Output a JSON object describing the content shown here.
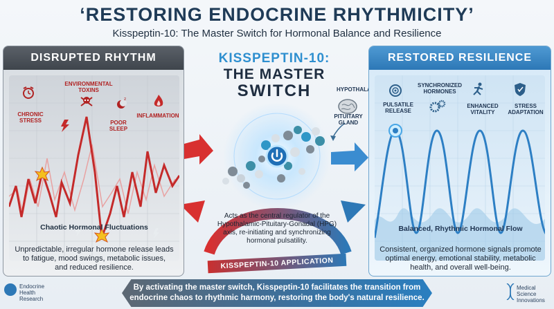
{
  "header": {
    "title": "‘RESTORING ENDOCRINE RHYTHMICITY’",
    "subtitle": "Kisspeptin-10: The Master Switch for Hormonal Balance and Resilience"
  },
  "left_panel": {
    "title": "DISRUPTED RHYTHM",
    "labels": {
      "stress": [
        "CHRONIC",
        "STRESS"
      ],
      "toxins": [
        "ENVIRONMENTAL",
        "TOXINS"
      ],
      "sleep": [
        "POOR",
        "SLEEP"
      ],
      "inflammation": "INFLAMMATION"
    },
    "caption": "Chaotic Hormonal Fluctuations",
    "description": [
      "Unpredictable, irregular hormone release leads",
      "to fatigue, mood swings, metabolic issues,",
      "and reduced resilience."
    ]
  },
  "center": {
    "title_line1": "KISSPEPTIN-10:",
    "title_line2": "THE MASTER",
    "title_line3": "SWITCH",
    "hypothalamus": "HYPOTHALAMUS",
    "pituitary": [
      "PITUITARY",
      "GLAND"
    ],
    "description": [
      "Acts as the central regulator of the",
      "Hypothalamic-Pituitary-Gonadal (HPG)",
      "axis, re-initiating and synchronizing",
      "hormonal pulsatility."
    ],
    "arc_label": "KISSPEPTIN-10 APPLICATION"
  },
  "right_panel": {
    "title": "RESTORED RESILIENCE",
    "labels": {
      "pulsatile": [
        "PULSATILE",
        "RELEASE"
      ],
      "synchronized": [
        "SYNCHRONIZED",
        "HORMONES"
      ],
      "vitality": [
        "ENHANCED",
        "VITALITY"
      ],
      "stress_adapt": [
        "STRESS",
        "ADAPTATION"
      ]
    },
    "caption": "Balanced, Rhythmic Hormonal Flow",
    "description": [
      "Consistent, organized hormone signals promote",
      "optimal energy, emotional stability, metabolic",
      "health, and overall well-being."
    ]
  },
  "banner": {
    "line1": "By activating the master switch, Kisspeptin-10 facilitates the transition from",
    "line2": "endocrine chaos to rhythmic harmony, restoring the body's natural resilience."
  },
  "footer": {
    "left_logo": [
      "Endocrine",
      "Health",
      "Research"
    ],
    "right_logo": [
      "Medical",
      "Science",
      "Innovations"
    ]
  },
  "colors": {
    "accent_blue": "#2e8fcf",
    "alert_red": "#c42a2a",
    "dark_navy": "#1f3b57"
  },
  "icons": [
    "alarm-clock-icon",
    "skull-crossbones-icon",
    "moon-zzz-icon",
    "flame-icon",
    "lightning-icon",
    "brain-icon",
    "power-icon",
    "target-icon",
    "gears-icon",
    "running-person-icon",
    "shield-check-icon",
    "dna-icon"
  ]
}
